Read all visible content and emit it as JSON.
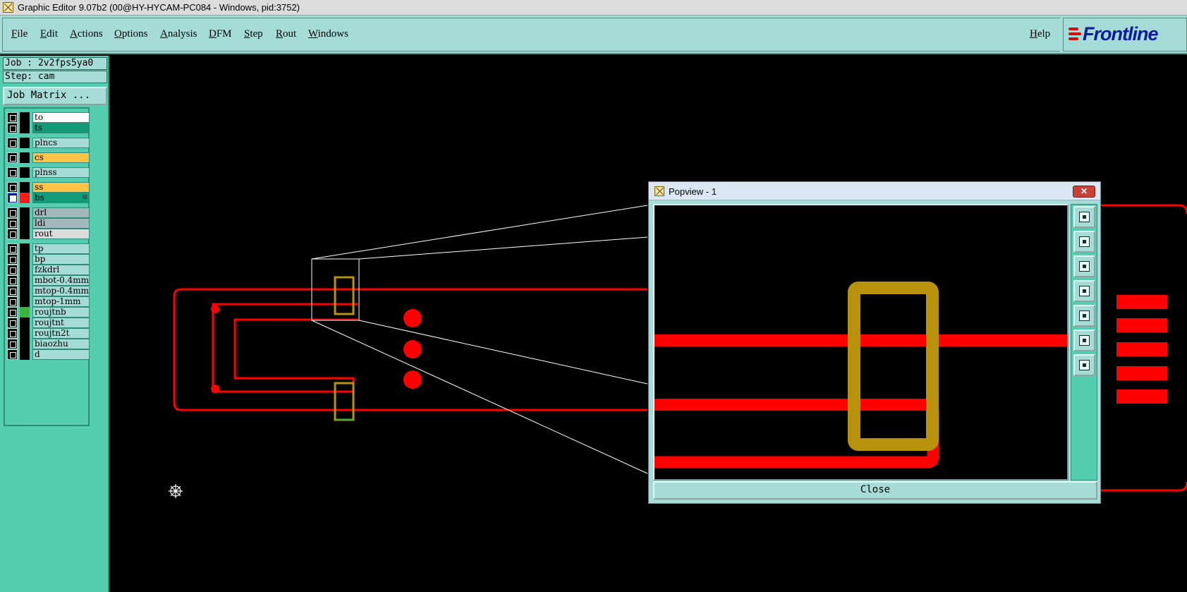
{
  "window": {
    "title": "Graphic Editor 9.07b2 (00@HY-HYCAM-PC084 - Windows, pid:3752)"
  },
  "menu": {
    "items": [
      "File",
      "Edit",
      "Actions",
      "Options",
      "Analysis",
      "DFM",
      "Step",
      "Rout",
      "Windows"
    ],
    "help": "Help"
  },
  "logo": {
    "text": "Frontline",
    "color": "#0a1aa0",
    "mark_color": "#d01010"
  },
  "panel": {
    "job": "Job : 2v2fps5ya0",
    "step": "Step: cam",
    "job_matrix_button": "Job Matrix ..."
  },
  "layers": [
    {
      "name": "to",
      "color": "#ffffff",
      "swatch": "#000000",
      "checked": false
    },
    {
      "name": "ts",
      "color": "#139a78",
      "swatch": "#000000",
      "checked": false
    },
    {
      "name": "plncs",
      "color": "#a6dcd8",
      "swatch": "#000000",
      "checked": false
    },
    {
      "name": "cs",
      "color": "#ffc447",
      "swatch": "#000000",
      "checked": false
    },
    {
      "name": "plnss",
      "color": "#a6dcd8",
      "swatch": "#000000",
      "checked": false
    },
    {
      "name": "ss",
      "color": "#ffc447",
      "swatch": "#000000",
      "checked": false
    },
    {
      "name": "bs",
      "color": "#139a78",
      "swatch": "#ff1a1a",
      "checked": true,
      "mark": "⊞"
    },
    {
      "name": "drl",
      "color": "#a2b8bc",
      "swatch": "#000000",
      "checked": false
    },
    {
      "name": "ldi",
      "color": "#a2b8bc",
      "swatch": "#000000",
      "checked": false
    },
    {
      "name": "rout",
      "color": "#dcdcdc",
      "swatch": "#000000",
      "checked": false
    },
    {
      "name": "tp",
      "color": "#a6dcd8",
      "swatch": "#000000",
      "checked": false
    },
    {
      "name": "bp",
      "color": "#a6dcd8",
      "swatch": "#000000",
      "checked": false
    },
    {
      "name": "fzkdrl",
      "color": "#a6dcd8",
      "swatch": "#000000",
      "checked": false
    },
    {
      "name": "mbot-0.4mm",
      "color": "#a6dcd8",
      "swatch": "#000000",
      "checked": false
    },
    {
      "name": "mtop-0.4mm",
      "color": "#a6dcd8",
      "swatch": "#000000",
      "checked": false
    },
    {
      "name": "mtop-1mm",
      "color": "#a6dcd8",
      "swatch": "#000000",
      "checked": false
    },
    {
      "name": "roujtnb",
      "color": "#a6dcd8",
      "swatch": "#3cb43c",
      "checked": false
    },
    {
      "name": "roujtnt",
      "color": "#a6dcd8",
      "swatch": "#000000",
      "checked": false
    },
    {
      "name": "roujtn2t",
      "color": "#a6dcd8",
      "swatch": "#000000",
      "checked": false
    },
    {
      "name": "biaozhu",
      "color": "#a6dcd8",
      "swatch": "#000000",
      "checked": false
    },
    {
      "name": "d",
      "color": "#a6dcd8",
      "swatch": "#000000",
      "checked": false
    }
  ],
  "popview": {
    "title": "Popview - 1",
    "close_x": "✕",
    "close_button": "Close",
    "tools": [
      "zoom-home-icon",
      "pan-up-icon",
      "pan-down-icon",
      "pan-left-icon",
      "pan-right-icon",
      "zoom-in-icon",
      "fit-icon"
    ]
  },
  "colors": {
    "trace": "#ff0000",
    "pad_outline": "#b8920a",
    "panel_bg": "#55cdb0",
    "menu_bg": "#a6dcd8",
    "canvas_bg": "#000000"
  }
}
